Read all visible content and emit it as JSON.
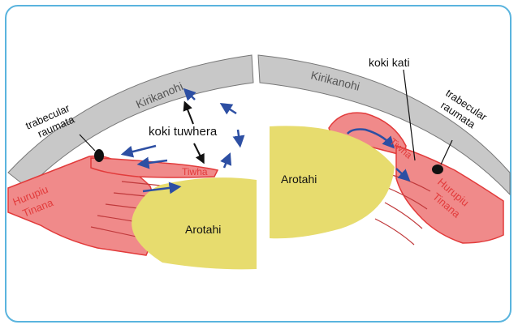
{
  "colors": {
    "frame": "#5ab4de",
    "cornea": "#c8c8c8",
    "iris_body": "#f08a8a",
    "ciliary_red": "#e23b3b",
    "lens": "#e7dc6e",
    "arrow": "#2d4fa3",
    "text": "#111111"
  },
  "labels": {
    "left_cornea": "Kirikanohi",
    "right_cornea": "Kirikanohi",
    "left_meshwork_line1": "trabecular",
    "left_meshwork_line2": "raumata",
    "right_meshwork_line1": "trabecular",
    "right_meshwork_line2": "raumata",
    "open_angle": "koki tuwhera",
    "closed_angle": "koki kati",
    "left_iris": "Tiwha",
    "right_iris": "Tiwha",
    "left_ciliary_line1": "Hurupiu",
    "left_ciliary_line2": "Tinana",
    "right_ciliary_line1": "Hurupiu",
    "right_ciliary_line2": "Tinana",
    "left_lens": "Arotahi",
    "right_lens": "Arotahi"
  },
  "icons": [
    "flow-arrow-icon",
    "pointer-arrow-icon"
  ]
}
